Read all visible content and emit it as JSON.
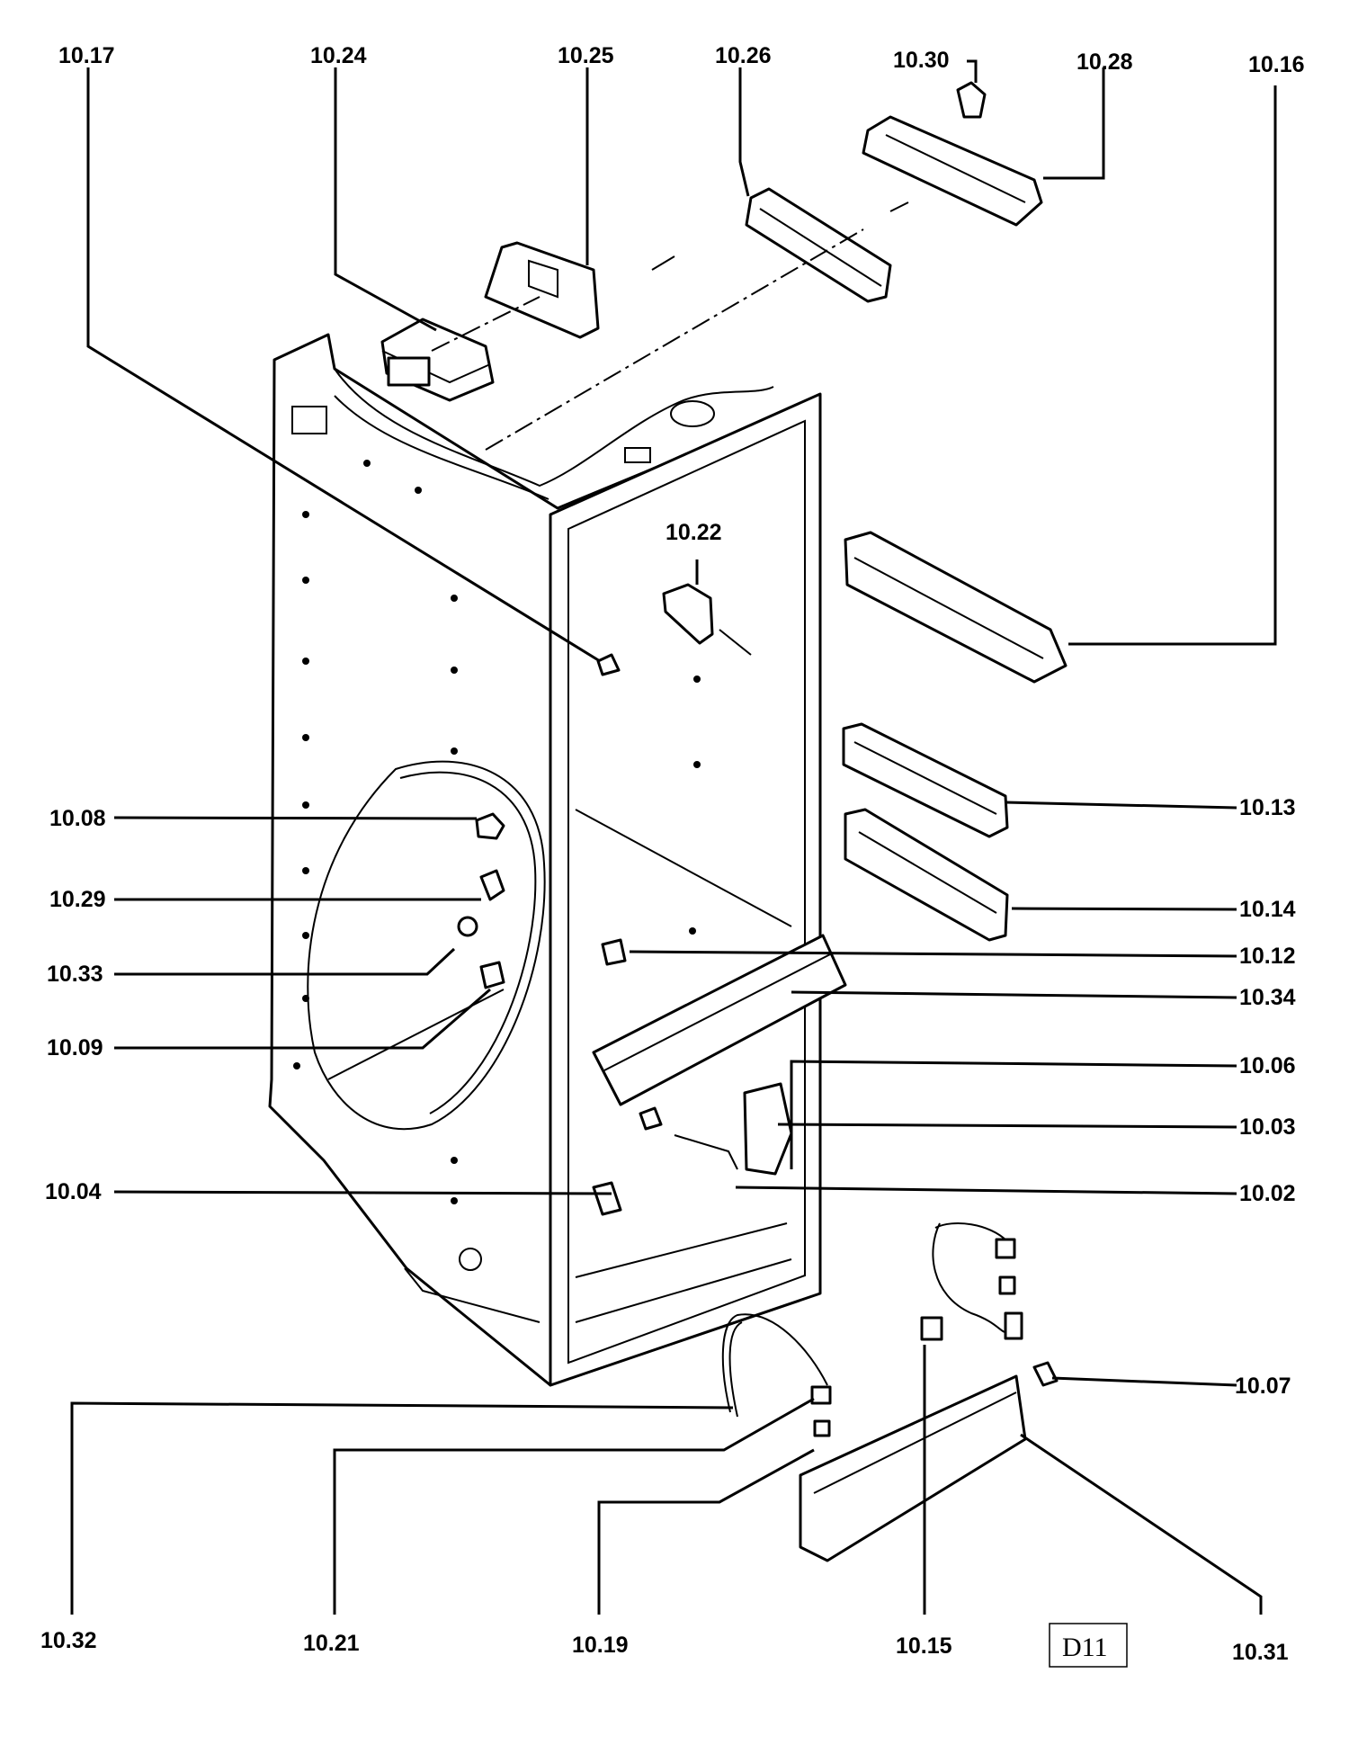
{
  "diagram": {
    "parts": [
      {
        "id": "10.17"
      },
      {
        "id": "10.24"
      },
      {
        "id": "10.25"
      },
      {
        "id": "10.26"
      },
      {
        "id": "10.30"
      },
      {
        "id": "10.28"
      },
      {
        "id": "10.16"
      },
      {
        "id": "10.22"
      },
      {
        "id": "10.13"
      },
      {
        "id": "10.14"
      },
      {
        "id": "10.08"
      },
      {
        "id": "10.29"
      },
      {
        "id": "10.33"
      },
      {
        "id": "10.09"
      },
      {
        "id": "10.12"
      },
      {
        "id": "10.34"
      },
      {
        "id": "10.06"
      },
      {
        "id": "10.03"
      },
      {
        "id": "10.02"
      },
      {
        "id": "10.04"
      },
      {
        "id": "10.07"
      },
      {
        "id": "10.32"
      },
      {
        "id": "10.21"
      },
      {
        "id": "10.19"
      },
      {
        "id": "10.15"
      },
      {
        "id": "10.31"
      }
    ],
    "page_tag": "D11"
  }
}
